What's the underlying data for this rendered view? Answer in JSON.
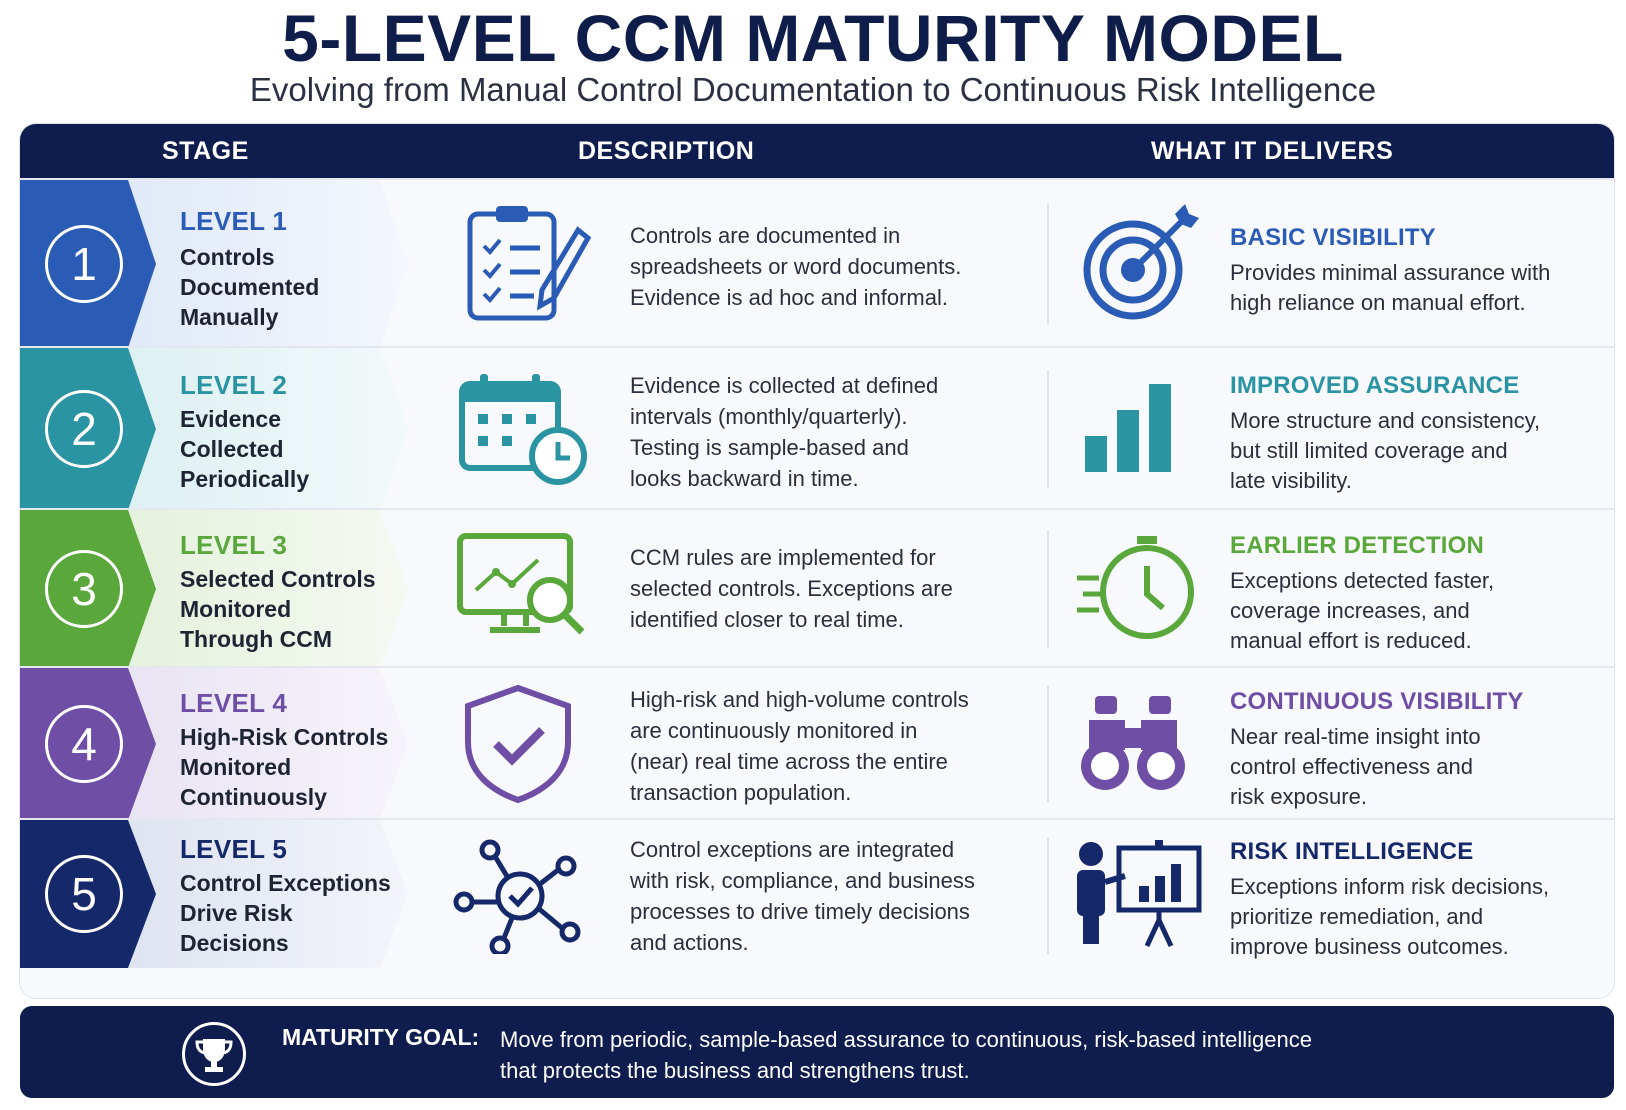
{
  "header": {
    "title": "5-LEVEL CCM MATURITY MODEL",
    "subtitle": "Evolving from Manual Control Documentation to Continuous Risk Intelligence"
  },
  "columns": {
    "stage": "STAGE",
    "description": "DESCRIPTION",
    "delivers": "WHAT IT DELIVERS"
  },
  "levels": [
    {
      "number": "1",
      "level": "LEVEL 1",
      "name": "Controls\nDocumented\nManually",
      "description": "Controls are documented in\nspreadsheets or word documents.\nEvidence is ad hoc and informal.",
      "delivers_title": "BASIC VISIBILITY",
      "delivers_text": "Provides minimal assurance with\nhigh reliance on manual effort.",
      "color": "#2a5bb5",
      "desc_icon": "clipboard-checklist-icon",
      "deliver_icon": "target-arrow-icon"
    },
    {
      "number": "2",
      "level": "LEVEL 2",
      "name": "Evidence\nCollected\nPeriodically",
      "description": "Evidence is collected at defined\nintervals (monthly/quarterly).\nTesting is sample-based and\nlooks backward in time.",
      "delivers_title": "IMPROVED ASSURANCE",
      "delivers_text": "More structure and consistency,\nbut still limited coverage and\nlate visibility.",
      "color": "#2b94a3",
      "desc_icon": "calendar-clock-icon",
      "deliver_icon": "bar-chart-icon"
    },
    {
      "number": "3",
      "level": "LEVEL 3",
      "name": "Selected Controls\nMonitored\nThrough CCM",
      "description": "CCM rules are implemented for\nselected controls. Exceptions are\nidentified closer to real time.",
      "delivers_title": "EARLIER DETECTION",
      "delivers_text": "Exceptions detected faster,\ncoverage increases, and\nmanual effort is reduced.",
      "color": "#5aa83c",
      "desc_icon": "monitor-magnifier-icon",
      "deliver_icon": "fast-clock-icon"
    },
    {
      "number": "4",
      "level": "LEVEL 4",
      "name": "High-Risk Controls\nMonitored\nContinuously",
      "description": "High-risk and high-volume controls\nare continuously monitored in\n(near) real time across the entire\ntransaction population.",
      "delivers_title": "CONTINUOUS VISIBILITY",
      "delivers_text": "Near real-time insight into\ncontrol effectiveness and\nrisk exposure.",
      "color": "#6f4fa6",
      "desc_icon": "shield-check-icon",
      "deliver_icon": "binoculars-icon"
    },
    {
      "number": "5",
      "level": "LEVEL 5",
      "name": "Control Exceptions\nDrive Risk\nDecisions",
      "description": "Control exceptions are integrated\nwith risk, compliance, and business\nprocesses to drive timely decisions\nand actions.",
      "delivers_title": "RISK INTELLIGENCE",
      "delivers_text": "Exceptions inform risk decisions,\nprioritize remediation, and\nimprove business outcomes.",
      "color": "#14286a",
      "desc_icon": "network-hub-icon",
      "deliver_icon": "presenter-chart-icon"
    }
  ],
  "footer": {
    "label": "MATURITY GOAL:",
    "text": "Move from periodic, sample-based assurance to continuous, risk-based intelligence\nthat protects the business and strengthens trust.",
    "icon": "trophy-icon"
  }
}
